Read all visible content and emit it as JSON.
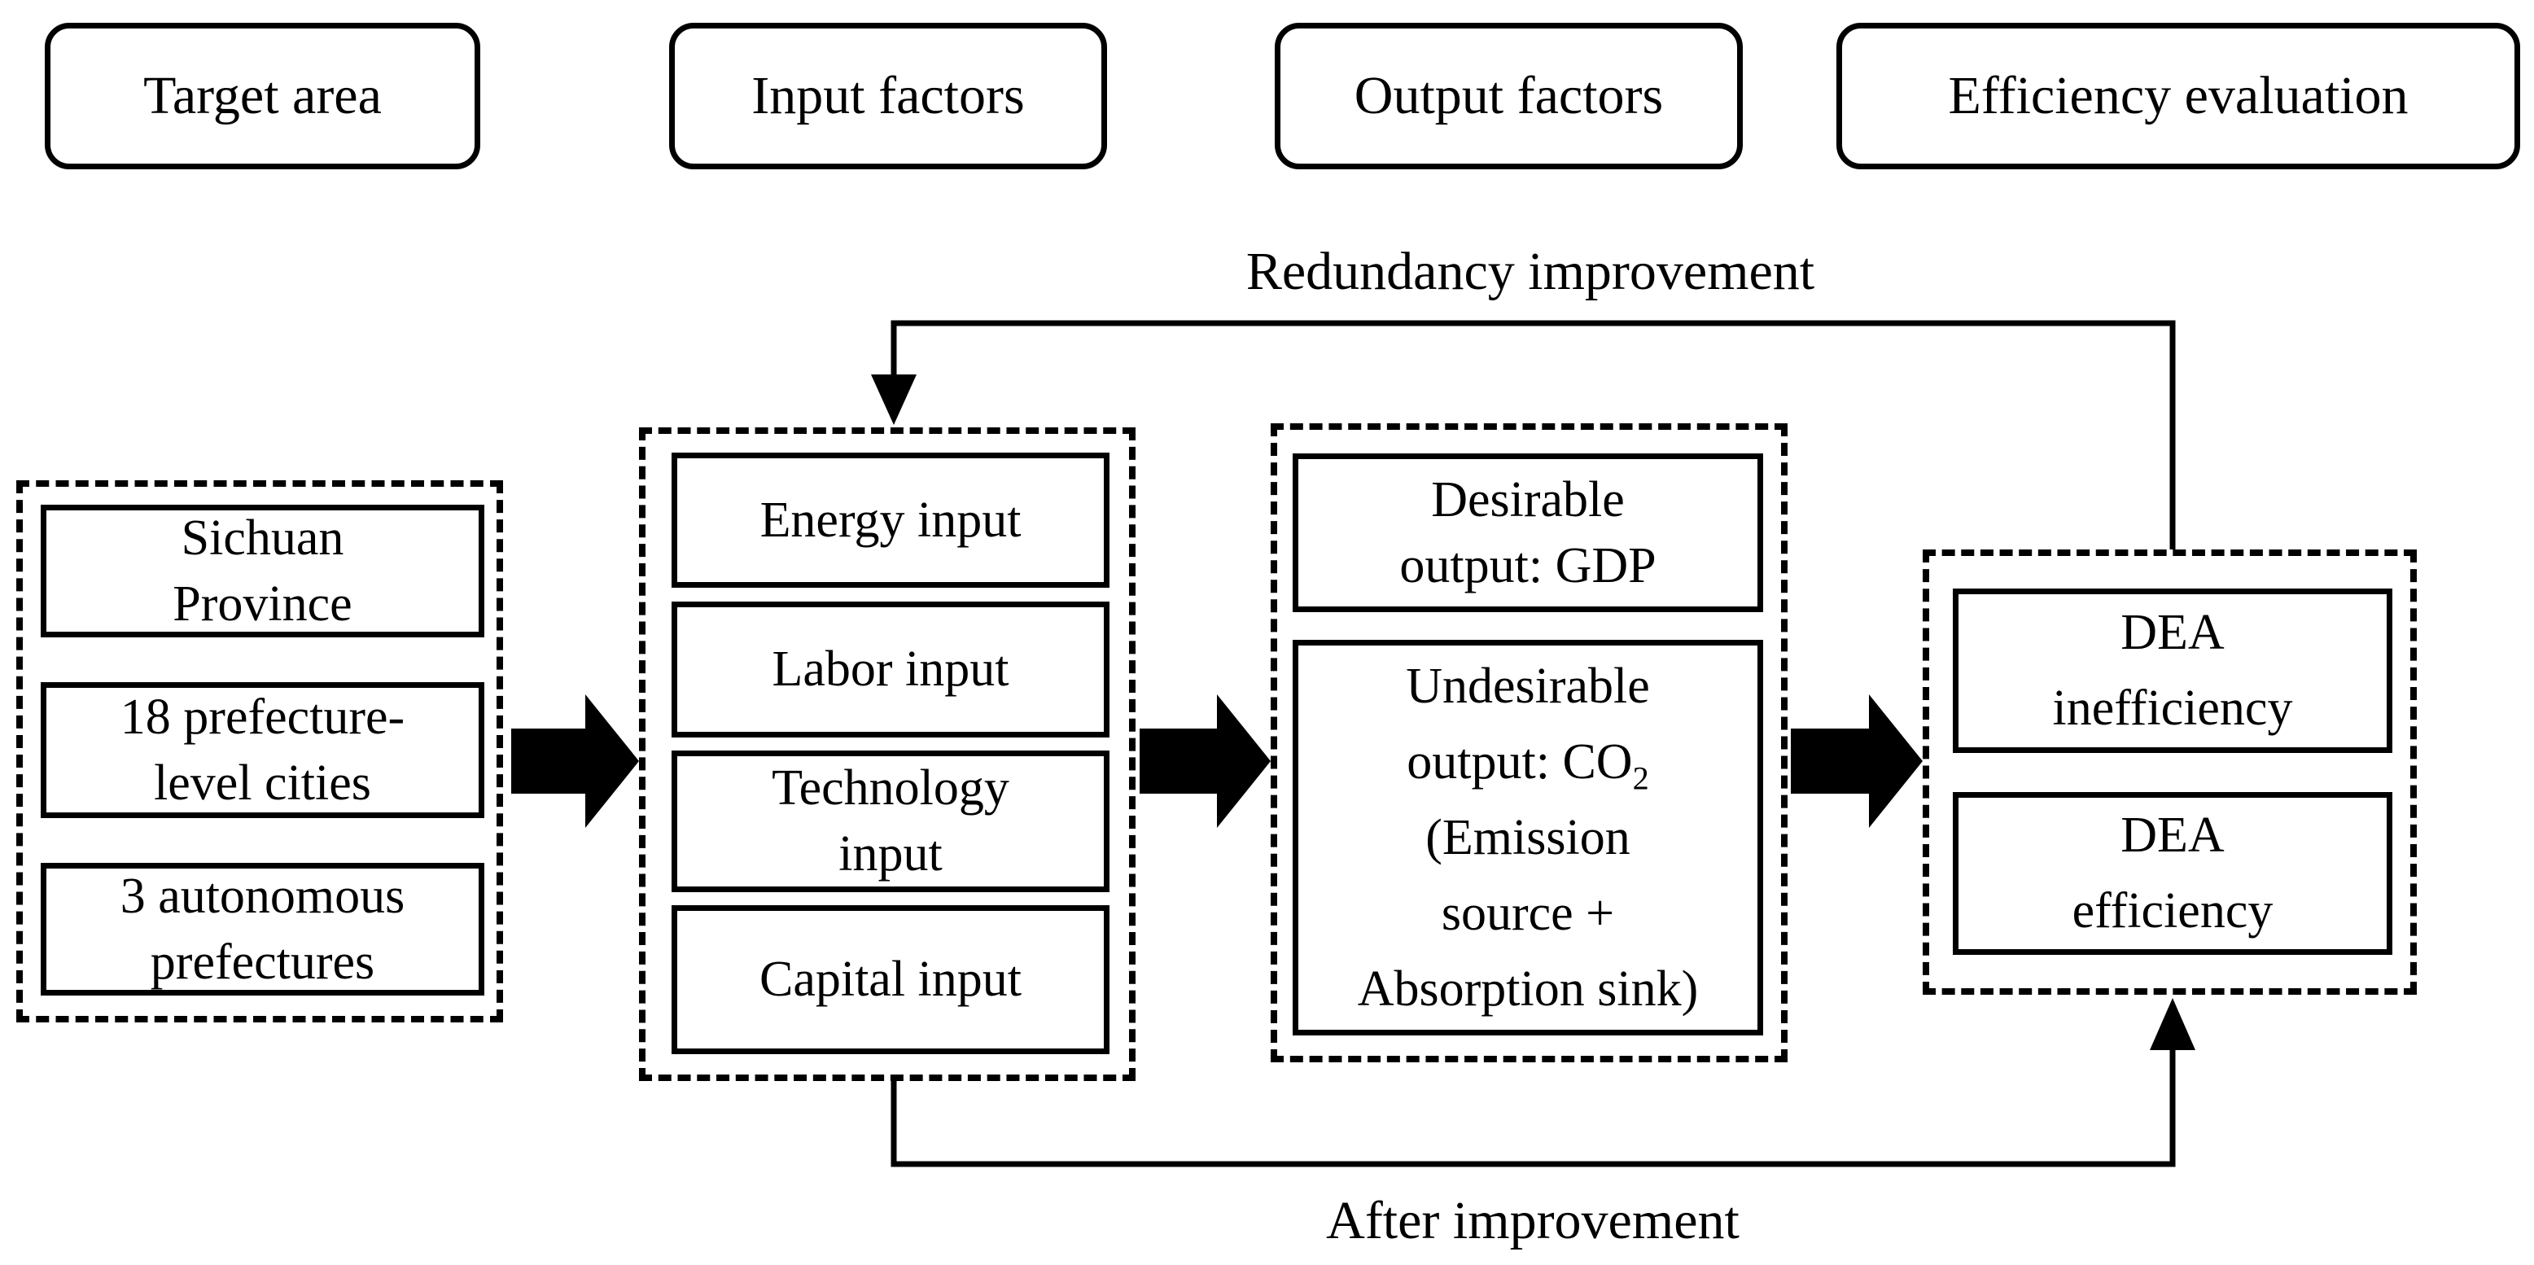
{
  "header": {
    "target_area": "Target area",
    "input_factors": "Input factors",
    "output_factors": "Output factors",
    "efficiency_evaluation": "Efficiency evaluation"
  },
  "annotations": {
    "redundancy": "Redundancy improvement",
    "after": "After improvement"
  },
  "target_area": {
    "items": [
      "Sichuan\nProvince",
      "18 prefecture-\nlevel cities",
      "3 autonomous\nprefectures"
    ]
  },
  "input_factors": {
    "items": [
      "Energy input",
      "Labor input",
      "Technology\ninput",
      "Capital input"
    ]
  },
  "output_factors": {
    "desirable": "Desirable\noutput: GDP",
    "undesirable": {
      "pre": "Undesirable\noutput: CO",
      "sub": "2",
      "post": "\n(Emission\nsource +\nAbsorption sink)"
    }
  },
  "efficiency_evaluation": {
    "items": [
      "DEA\ninefficiency",
      "DEA\nefficiency"
    ]
  },
  "colors": {
    "ink": "#000000",
    "background": "#ffffff"
  }
}
